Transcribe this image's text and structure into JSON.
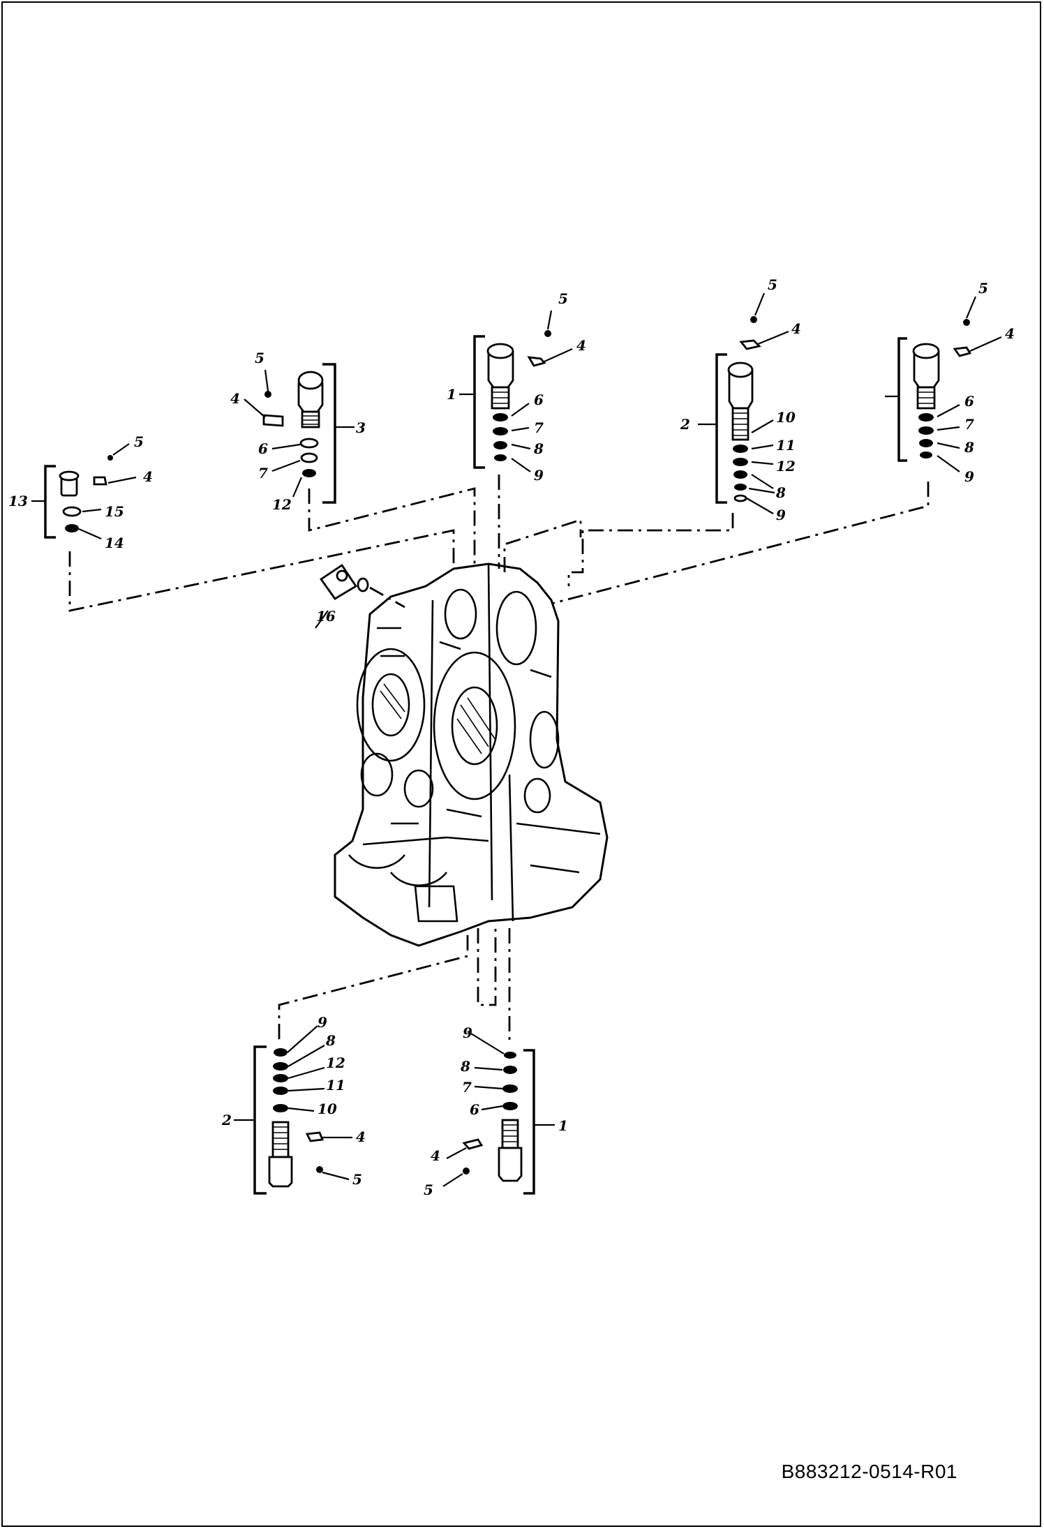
{
  "drawing_id": "B883212-0514-R01",
  "callouts": {
    "c1_top": "1",
    "c1_bottom": "1",
    "c2_top": "2",
    "c2_bottom": "2",
    "c3": "3",
    "c4": "4",
    "c5": "5",
    "c6": "6",
    "c7": "7",
    "c8": "8",
    "c9": "9",
    "c10": "10",
    "c11": "11",
    "c12": "12",
    "c13": "13",
    "c14": "14",
    "c15": "15",
    "c16": "16"
  }
}
